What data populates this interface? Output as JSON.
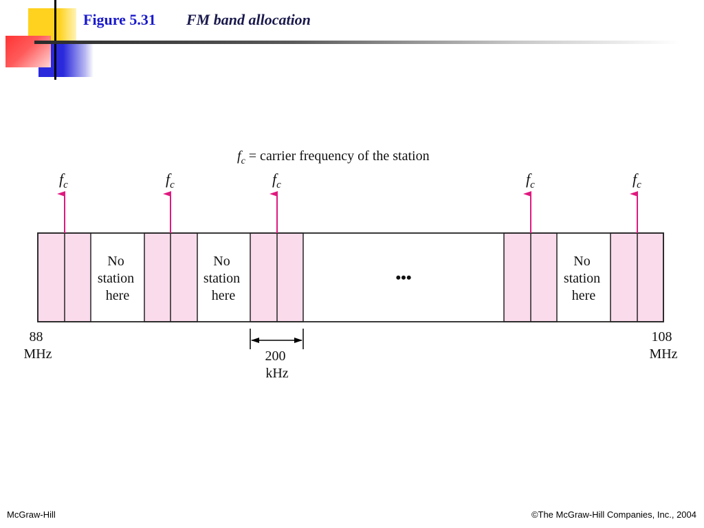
{
  "slide": {
    "figure_number": "Figure 5.31",
    "figure_title": "FM band allocation",
    "footer_left": "McGraw-Hill",
    "footer_right": "©The McGraw-Hill Companies, Inc., 2004"
  },
  "diagram": {
    "legend": {
      "symbol_f": "f",
      "symbol_sub": "c",
      "text": " = carrier frequency of the station"
    },
    "carrier_label": {
      "f": "f",
      "sub": "c"
    },
    "no_station": [
      "No",
      "station",
      "here"
    ],
    "ellipsis": "•••",
    "start_freq": [
      "88",
      "MHz"
    ],
    "end_freq": [
      "108",
      "MHz"
    ],
    "channel_width": [
      "200",
      "kHz"
    ],
    "colors": {
      "band": "#fadbeb",
      "arrow": "#e0187f",
      "title_blue": "#1a1acc"
    }
  }
}
